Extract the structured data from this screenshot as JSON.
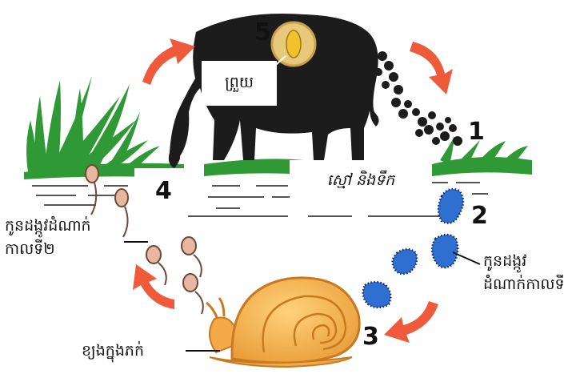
{
  "colors": {
    "grass": "#2f9a35",
    "cow": "#1c1c1c",
    "snail": "#f3a946",
    "snail_dark": "#c77a22",
    "arrow": "#ee5a3a",
    "larva_blue": "#2f6fd1",
    "cercaria": "#e8b79f",
    "fluke": "#f2c12e"
  },
  "icons": [
    "cow",
    "liver-fluke",
    "egg",
    "snail",
    "miracidium",
    "cercaria",
    "metacercaria",
    "grass",
    "cycle-arrow"
  ],
  "stages": {
    "stage_1": "1",
    "stage_2": "2",
    "stage_3": "3",
    "stage_4": "4",
    "stage_5": "5"
  },
  "labels": {
    "fluke_in_cow": "ព្រួយ",
    "manure_and_water": "ស្មៅ និងទឹក",
    "larva_second_line1": "កូនដង្កូវដំណាក់",
    "larva_second_line2": "កាលទី២",
    "larva_first_line1": "កូនដង្កូវ",
    "larva_first_line2": "ដំណាក់កាលទី",
    "snail_host": "ខ្យងក្នុងភក់"
  }
}
